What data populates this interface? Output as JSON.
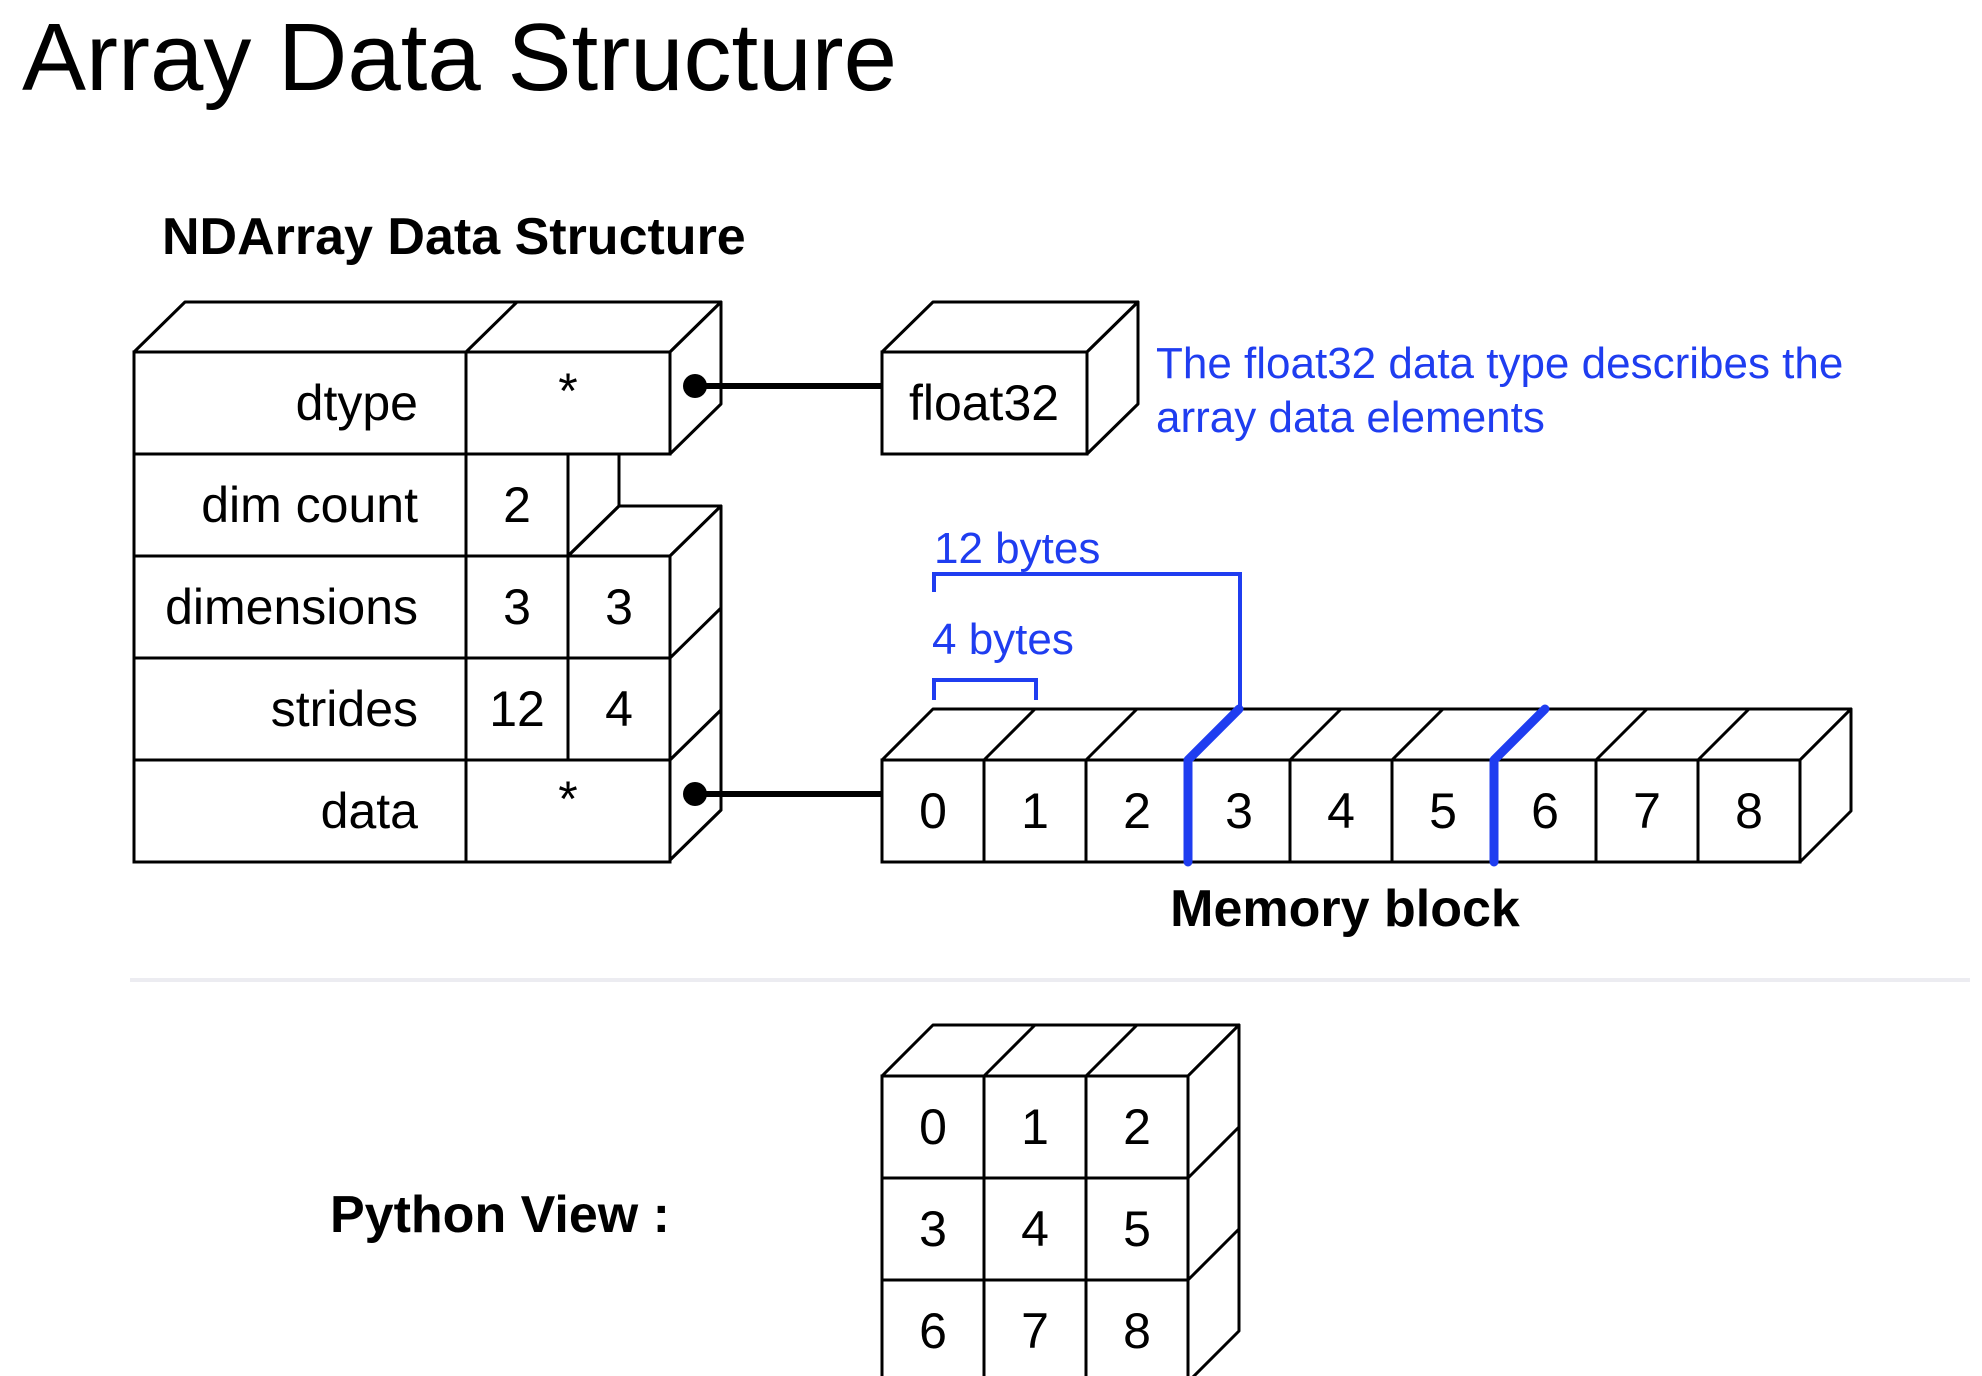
{
  "title": "Array Data Structure",
  "ndarray": {
    "heading": "NDArray Data Structure",
    "rows": [
      {
        "label": "dtype",
        "values": [
          "*"
        ]
      },
      {
        "label": "dim count",
        "values": [
          "2"
        ]
      },
      {
        "label": "dimensions",
        "values": [
          "3",
          "3"
        ]
      },
      {
        "label": "strides",
        "values": [
          "12",
          "4"
        ]
      },
      {
        "label": "data",
        "values": [
          "*"
        ]
      }
    ]
  },
  "dtype_box": {
    "label": "float32",
    "note_line1": "The float32 data type describes the",
    "note_line2": "array data elements"
  },
  "memory": {
    "cells": [
      "0",
      "1",
      "2",
      "3",
      "4",
      "5",
      "6",
      "7",
      "8"
    ],
    "caption": "Memory block",
    "stride_row_label": "12 bytes",
    "stride_col_label": "4 bytes"
  },
  "python_view": {
    "label": "Python View :",
    "grid": [
      [
        "0",
        "1",
        "2"
      ],
      [
        "3",
        "4",
        "5"
      ],
      [
        "6",
        "7",
        "8"
      ]
    ]
  },
  "colors": {
    "annotation_blue": "#1f3df0"
  }
}
